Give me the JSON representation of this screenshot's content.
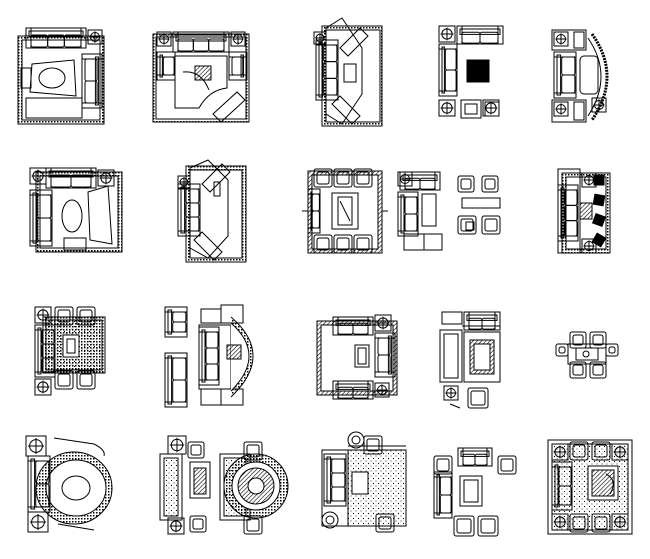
{
  "sheet": {
    "background": "#ffffff",
    "line_color": "#000000"
  },
  "blocks": [
    {
      "kind": "rug-sofa-set",
      "style": "dense-rug"
    },
    {
      "kind": "corner-sofa-curved",
      "style": "rug-table"
    },
    {
      "kind": "angled-sofa",
      "style": "hatched-rug"
    },
    {
      "kind": "facing-sofas",
      "style": "black-table"
    },
    {
      "kind": "curved-sofa",
      "style": "arc-rug"
    },
    {
      "kind": "rug-sofa-set",
      "style": "oval-table"
    },
    {
      "kind": "angled-sofa",
      "style": "hatched-rug"
    },
    {
      "kind": "u-sofa-set",
      "style": "fringe-rug"
    },
    {
      "kind": "sofa-set-pair",
      "style": "plain"
    },
    {
      "kind": "sofa-set-chairs",
      "style": "dark-cushions"
    },
    {
      "kind": "sofa-rug-dotted",
      "style": "dotted-rug"
    },
    {
      "kind": "sofa-arc-rug",
      "style": "semicircle"
    },
    {
      "kind": "u-sofa-set",
      "style": "hatched-rug"
    },
    {
      "kind": "sofa-set-compact",
      "style": "tv-unit"
    },
    {
      "kind": "dining-set-small",
      "style": "four-chairs"
    },
    {
      "kind": "round-rug-sofa",
      "style": "round-rug"
    },
    {
      "kind": "sofa-round-rug",
      "style": "ornament"
    },
    {
      "kind": "sofa-plants",
      "style": "dotted-rug"
    },
    {
      "kind": "sofa-chairs-table",
      "style": "plain"
    },
    {
      "kind": "sofa-plants-rug",
      "style": "square-rug"
    }
  ]
}
